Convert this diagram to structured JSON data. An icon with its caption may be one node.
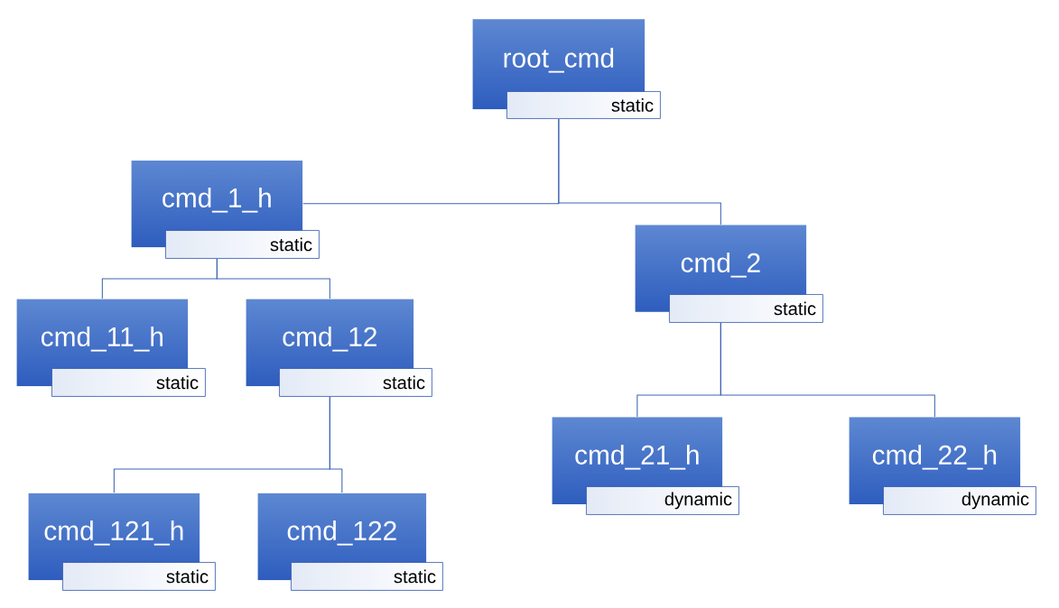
{
  "diagram": {
    "nodes": [
      {
        "text": [
          "root_cmd"
        ]
      },
      {
        "text": [
          "static"
        ]
      },
      {
        "text": [
          "cmd_1_h"
        ]
      },
      {
        "text": [
          "static"
        ]
      },
      {
        "text": [
          "cmd_2"
        ]
      },
      {
        "text": [
          "static"
        ]
      },
      {
        "text": [
          "cmd_11_h"
        ]
      },
      {
        "text": [
          "static"
        ]
      },
      {
        "text": [
          "cmd_12"
        ]
      },
      {
        "text": [
          "static"
        ]
      },
      {
        "text": [
          "cmd_21_h"
        ]
      },
      {
        "text": [
          "dynamic"
        ]
      },
      {
        "text": [
          "cmd_22_h"
        ]
      },
      {
        "text": [
          "dynamic"
        ]
      },
      {
        "text": [
          "cmd_121_h"
        ]
      },
      {
        "text": [
          "static"
        ]
      },
      {
        "text": [
          "cmd_122"
        ]
      },
      {
        "text": [
          "static"
        ]
      }
    ],
    "edges": [
      {
        "from": 1,
        "to": 2,
        "arrow": "none"
      },
      {
        "from": 1,
        "to": 4,
        "arrow": "none"
      },
      {
        "from": 3,
        "to": 6,
        "arrow": "none"
      },
      {
        "from": 3,
        "to": 8,
        "arrow": "none"
      },
      {
        "from": 9,
        "to": 14,
        "arrow": "none"
      },
      {
        "from": 9,
        "to": 16,
        "arrow": "none"
      },
      {
        "from": 5,
        "to": 10,
        "arrow": "none"
      },
      {
        "from": 5,
        "to": 12,
        "arrow": "none"
      }
    ]
  }
}
